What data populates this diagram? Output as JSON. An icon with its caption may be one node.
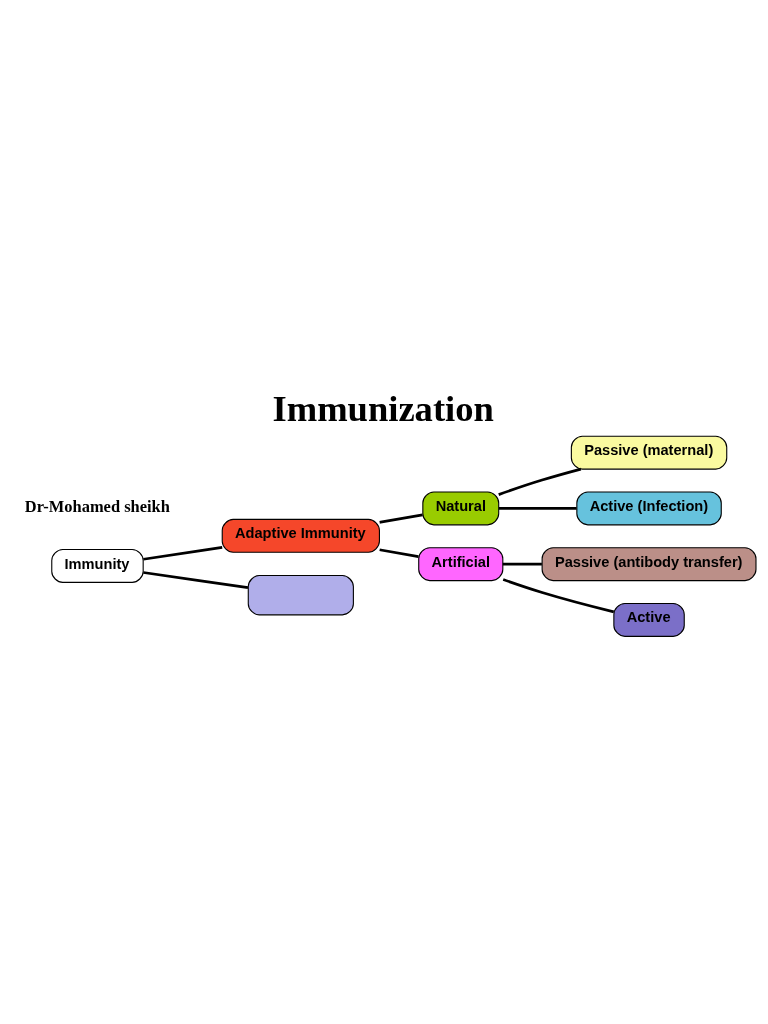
{
  "diagram": {
    "title": "Immunization",
    "nodes": [
      {
        "text": [
          "Immunity"
        ]
      },
      {
        "text": [
          "Adaptive Immunity"
        ]
      },
      {
        "text": [],
        "shape": "box"
      },
      {
        "text": [
          "Natural"
        ]
      },
      {
        "text": [
          "Artificial"
        ]
      },
      {
        "text": [
          "Passive (maternal)"
        ]
      },
      {
        "text": [
          "Active (Infection)"
        ]
      },
      {
        "text": [
          "Passive (antibody transfer)"
        ]
      },
      {
        "text": [
          "Active"
        ]
      }
    ],
    "edges": [
      {
        "from": 0,
        "to": 1,
        "arrow": "none"
      },
      {
        "from": 0,
        "to": 2,
        "arrow": "none"
      },
      {
        "from": 1,
        "to": 3,
        "arrow": "none"
      },
      {
        "from": 1,
        "to": 4,
        "arrow": "none"
      },
      {
        "from": 3,
        "to": 5,
        "arrow": "none"
      },
      {
        "from": 3,
        "to": 6,
        "arrow": "none"
      },
      {
        "from": 4,
        "to": 7,
        "arrow": "none"
      },
      {
        "from": 4,
        "to": 8,
        "arrow": "none"
      }
    ],
    "labels": [
      "Dr-Mohamed sheikh"
    ]
  }
}
